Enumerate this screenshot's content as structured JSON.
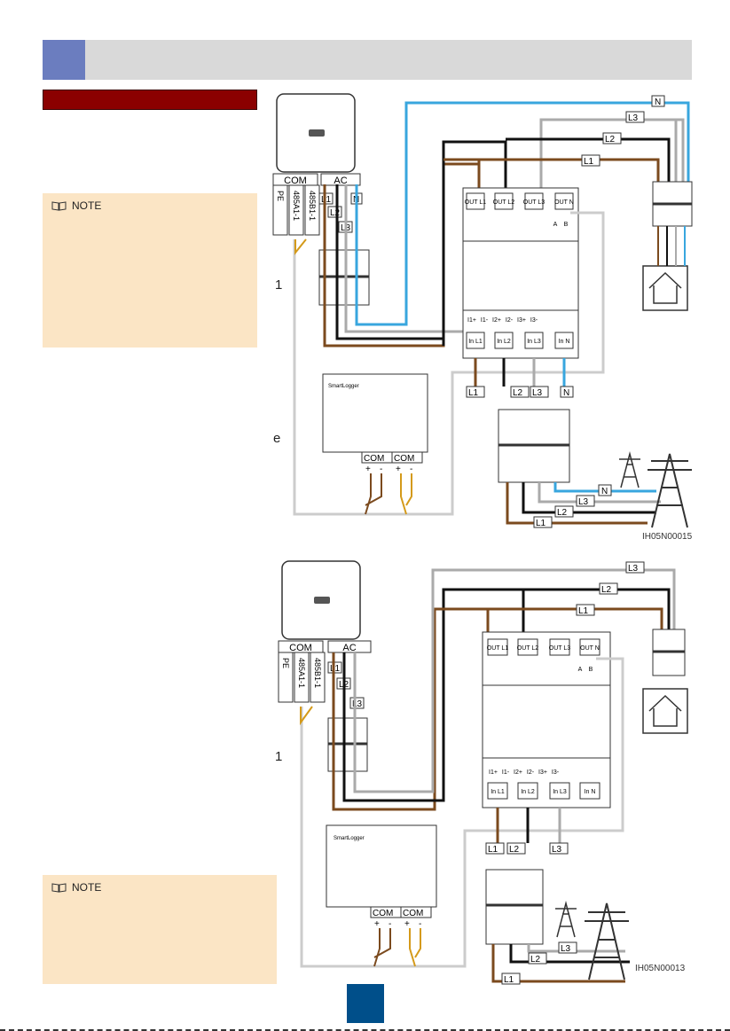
{
  "notes": [
    {
      "title": "NOTE"
    },
    {
      "title": "NOTE"
    }
  ],
  "stray_text": {
    "label_1_top": "1",
    "label_e": "e",
    "label_1_bottom": "1"
  },
  "diagram_top": {
    "code": "IH05N00015",
    "inverter": {
      "com": "COM",
      "ac": "AC",
      "pins": [
        "PE",
        "485A1-1",
        "485B1-1"
      ],
      "ac_labels": [
        "L1",
        "L2",
        "L3",
        "N"
      ]
    },
    "meter_out": [
      "OUT L1",
      "OUT L2",
      "OUT L3",
      "OUT N"
    ],
    "meter_in": [
      "In L1",
      "In L2",
      "In L3",
      "In N"
    ],
    "meter_ct": [
      "I1+",
      "I1-",
      "I2+",
      "I2-",
      "I3+",
      "I3-"
    ],
    "meter_ab": [
      "A",
      "B"
    ],
    "smartlogger": {
      "name": "SmartLogger",
      "com": [
        "COM",
        "COM"
      ],
      "pol": [
        "+",
        "-",
        "+",
        "-"
      ]
    },
    "bus_labels": [
      "N",
      "L3",
      "L2",
      "L1"
    ],
    "grid_labels": [
      "L1",
      "L2",
      "L3",
      "N"
    ],
    "bottom_labels": [
      "N",
      "L3",
      "L2",
      "L1"
    ]
  },
  "diagram_bottom": {
    "code": "IH05N00013",
    "inverter": {
      "com": "COM",
      "ac": "AC",
      "pins": [
        "PE",
        "485A1-1",
        "485B1-1"
      ],
      "ac_labels": [
        "L1",
        "L2",
        "L3"
      ]
    },
    "meter_out": [
      "OUT L1",
      "OUT L2",
      "OUT L3",
      "OUT N"
    ],
    "meter_in": [
      "In L1",
      "In L2",
      "In L3",
      "In N"
    ],
    "meter_ct": [
      "I1+",
      "I1-",
      "I2+",
      "I2-",
      "I3+",
      "I3-"
    ],
    "meter_ab": [
      "A",
      "B"
    ],
    "smartlogger": {
      "name": "SmartLogger",
      "com": [
        "COM",
        "COM"
      ],
      "pol": [
        "+",
        "-",
        "+",
        "-"
      ]
    },
    "bus_labels": [
      "L3",
      "L2",
      "L1"
    ],
    "grid_labels": [
      "L1",
      "L2",
      "L3"
    ],
    "bottom_labels": [
      "L3",
      "L2",
      "L1"
    ]
  }
}
